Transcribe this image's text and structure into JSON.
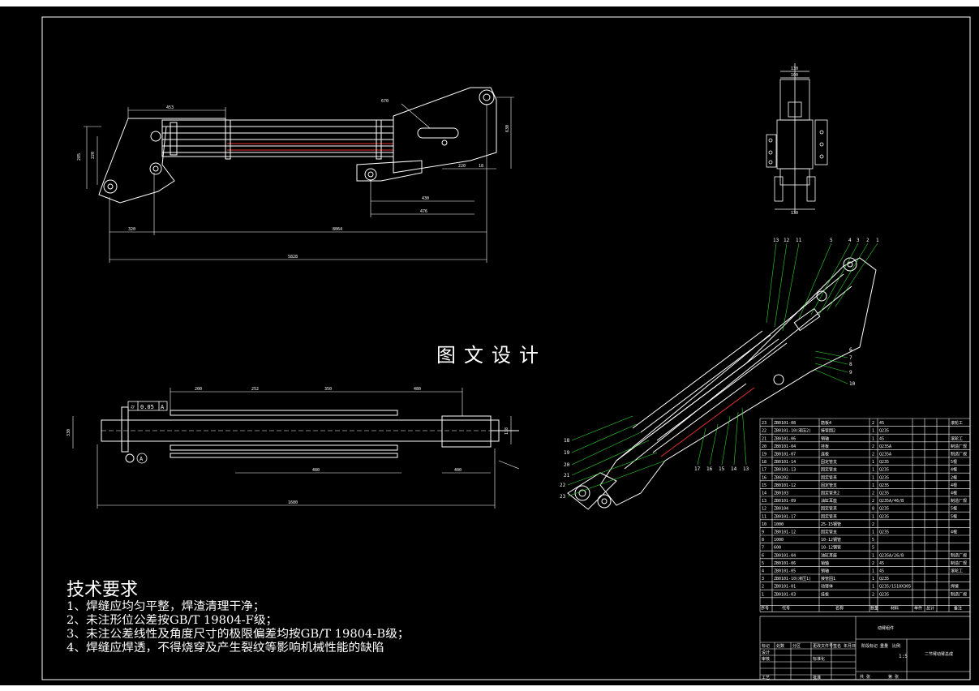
{
  "watermark": "图文设计",
  "requirements": {
    "title": "技术要求",
    "items": [
      "1、焊缝应均匀平整，焊渣清理干净；",
      "2、未注形位公差按GB/T 19804-F级；",
      "3、未注公差线性及角度尺寸的极限偏差均按GB/T 19804-B级；",
      "4、焊缝应焊透，不得烧穿及产生裂纹等影响机械性能的缺陷"
    ]
  },
  "datum_label": "A",
  "tolerance_frame": [
    "⌭",
    "0.05",
    "A"
  ],
  "bom": [
    {
      "no": "23",
      "code": "ZB0101-08",
      "name": "筋板4",
      "qty": "2",
      "mat": "45",
      "note": "滚轮工"
    },
    {
      "no": "22",
      "code": "ZB0101-10(液压2)",
      "name": "接管固2",
      "qty": "1",
      "mat": "Q235",
      "note": ""
    },
    {
      "no": "21",
      "code": "ZB0101-06",
      "name": "销轴",
      "qty": "1",
      "mat": "45",
      "note": "滚轮工"
    },
    {
      "no": "20",
      "code": "ZB0101-04",
      "name": "挂板",
      "qty": "2",
      "mat": "Q235A",
      "note": "制造厂规"
    },
    {
      "no": "19",
      "code": "ZB0101-07",
      "name": "连板",
      "qty": "2",
      "mat": "Q235A",
      "note": "制造厂规"
    },
    {
      "no": "18",
      "code": "ZB0101-14",
      "name": "固定管支",
      "qty": "1",
      "mat": "Q235",
      "note": "5根"
    },
    {
      "no": "17",
      "code": "ZB0101-13",
      "name": "固定管支",
      "qty": "1",
      "mat": "Q235",
      "note": "4根"
    },
    {
      "no": "16",
      "code": "ZB0202",
      "name": "固定管夹",
      "qty": "1",
      "mat": "Q235",
      "note": "2根"
    },
    {
      "no": "15",
      "code": "ZB0101-12",
      "name": "固定管支",
      "qty": "1",
      "mat": "Q235",
      "note": "4根"
    },
    {
      "no": "14",
      "code": "ZB0103",
      "name": "固定管夹2",
      "qty": "2",
      "mat": "Q235",
      "note": "4根"
    },
    {
      "no": "13",
      "code": "ZB0101-09",
      "name": "油缸耳座",
      "qty": "2",
      "mat": "Q235A/46/B",
      "note": "制造厂规"
    },
    {
      "no": "12",
      "code": "ZB0104",
      "name": "固定管夹",
      "qty": "8",
      "mat": "Q235",
      "note": "5根"
    },
    {
      "no": "11",
      "code": "ZB0101-17",
      "name": "固定管夹",
      "qty": "1",
      "mat": "Q235",
      "note": "5根"
    },
    {
      "no": "10",
      "code": "1000",
      "name": "25-15钢管",
      "qty": "2",
      "mat": "",
      "note": ""
    },
    {
      "no": "9",
      "code": "ZB0101-12",
      "name": "固定管支",
      "qty": "1",
      "mat": "Q235",
      "note": "4根"
    },
    {
      "no": "8",
      "code": "1000",
      "name": "10-12钢管",
      "qty": "5",
      "mat": "",
      "note": ""
    },
    {
      "no": "7",
      "code": "600",
      "name": "10-12钢管",
      "qty": "5",
      "mat": "",
      "note": ""
    },
    {
      "no": "6",
      "code": "ZB0101-04",
      "name": "油缸耳座",
      "qty": "1",
      "mat": "Q235A/26/B",
      "note": "制造厂规"
    },
    {
      "no": "5",
      "code": "ZB0101-06",
      "name": "销轴",
      "qty": "2",
      "mat": "45",
      "note": "制造厂规"
    },
    {
      "no": "4",
      "code": "ZB0101-05",
      "name": "销轴",
      "qty": "1",
      "mat": "45",
      "note": "滚轮工"
    },
    {
      "no": "3",
      "code": "ZB0101-10(液压1)",
      "name": "接管固1",
      "qty": "1",
      "mat": "Q235",
      "note": ""
    },
    {
      "no": "2",
      "code": "ZB0101-01",
      "name": "动臂体",
      "qty": "1",
      "mat": "Q235/1510X305",
      "note": "焊接"
    },
    {
      "no": "1",
      "code": "ZB0101-03",
      "name": "挂板",
      "qty": "2",
      "mat": "Q235",
      "note": "制造厂规"
    }
  ],
  "bom_header": {
    "no": "序号",
    "code": "代号",
    "name": "名称",
    "qty": "数量",
    "mat": "材料",
    "unit": "单件",
    "total": "总计",
    "note": "备注"
  },
  "title_block": {
    "part_label": "动臂组件",
    "assembly_name": "二节臂动臂总成",
    "scale": "1:5",
    "row_labels": [
      "标记",
      "处数",
      "分区",
      "更改文件号",
      "签名",
      "年月日"
    ],
    "designer": "设计",
    "checker": "审核",
    "process": "工艺",
    "approve": "批准",
    "standard": "标准化",
    "stage": "阶段标记",
    "weight": "重量",
    "ratio": "比例",
    "sheet": "共 张",
    "page": "第 张"
  },
  "dims_front": [
    "453",
    "285",
    "220",
    "320",
    "8064",
    "5828",
    "220",
    "630",
    "430",
    "476",
    "670",
    "18"
  ],
  "dims_plan": [
    "200",
    "252",
    "350",
    "480",
    "480",
    "1680",
    "400",
    "330",
    "118"
  ],
  "dims_side": [
    "130",
    "100",
    "130"
  ],
  "iso_callouts_top": [
    "13",
    "12",
    "11",
    "5",
    "4",
    "3",
    "2",
    "1"
  ],
  "iso_callouts_left": [
    "18",
    "19",
    "20",
    "21",
    "22",
    "23"
  ],
  "iso_callouts_bottom": [
    "17",
    "16",
    "15",
    "14",
    "13"
  ],
  "iso_callouts_right": [
    "7",
    "8",
    "9",
    "10",
    "6"
  ]
}
